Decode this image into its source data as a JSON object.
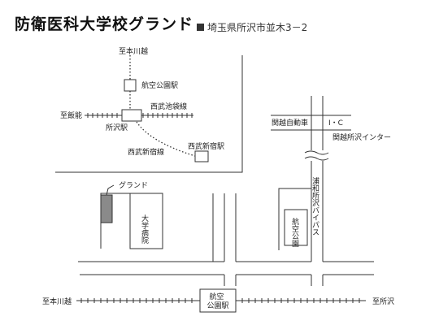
{
  "header": {
    "title": "防衛医科大学校グランド",
    "address": "埼玉県所沢市並木3－2"
  },
  "map": {
    "labels": {
      "shimo_hon_kawagoe_top": "至本川越",
      "koku_koen_station_top": "航空公園駅",
      "seibu_ikebukuro_line": "西武池袋線",
      "to_hanno": "至飯能",
      "tokorozawa_station": "所沢駅",
      "seibu_shinjuku_line": "西武新宿線",
      "seibu_shinjuku_station": "西武新宿駅",
      "kanetsu_expressway": "関越自動車",
      "ic": "I・C",
      "kanetsu_tokorozawa_interchange": "関越所沢インター",
      "urawa_tokorozawa_bypass": "浦和所沢バイパス",
      "ground": "グランド",
      "hospital": "大学病院",
      "koku_koen_park": "航空公園",
      "koku_koen_station_bottom": "航空公園駅",
      "shimo_hon_kawagoe_bottom": "至本川越",
      "to_tokorozawa": "至所沢"
    }
  },
  "colors": {
    "ground_fill": "#8a8a8a",
    "line": "#333333"
  }
}
